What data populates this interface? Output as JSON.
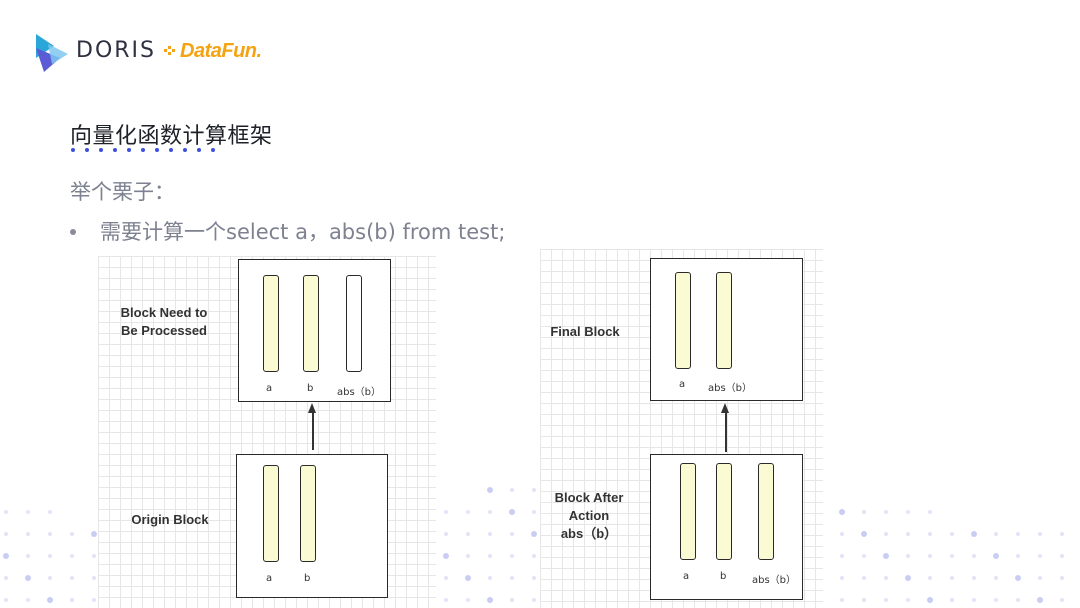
{
  "header": {
    "brand_doris": "DORIS",
    "brand_datafun": "DataFun."
  },
  "title": "向量化函数计算框架",
  "subtitle": "举个栗子：",
  "bullet": "需要计算一个select a，abs(b) from test;",
  "left_diagram": {
    "top_block": {
      "label_line1": "Block Need to",
      "label_line2": "Be Processed",
      "columns": [
        "a",
        "b",
        "abs（b）"
      ]
    },
    "bottom_block": {
      "label": "Origin Block",
      "columns": [
        "a",
        "b"
      ]
    }
  },
  "right_diagram": {
    "top_block": {
      "label": "Final Block",
      "columns": [
        "a",
        "abs（b）"
      ]
    },
    "bottom_block": {
      "label_line1": "Block After",
      "label_line2": "Action",
      "label_line3": "abs（b）",
      "columns": [
        "a",
        "b",
        "abs（b）"
      ]
    }
  },
  "colors": {
    "accent_blue": "#3b4fe0",
    "column_fill": "#fbfbd3",
    "datafun_orange": "#f5a312"
  },
  "icons": [
    "doris-logo-icon",
    "datafun-logo-icon"
  ]
}
